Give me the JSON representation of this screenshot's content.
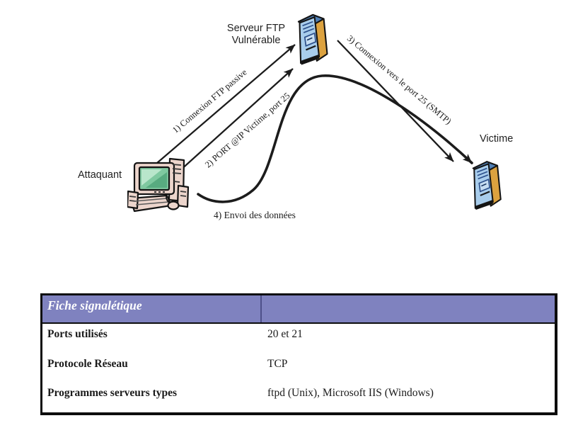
{
  "diagram": {
    "attacker": {
      "label": "Attaquant"
    },
    "ftp_server": {
      "label_line1": "Serveur FTP",
      "label_line2": "Vulnérable"
    },
    "victim": {
      "label": "Victime"
    },
    "arrows": [
      {
        "id": 1,
        "label": "1) Connexion FTP passive",
        "from": "Attaquant",
        "to": "Serveur FTP Vulnérable",
        "style": "straight"
      },
      {
        "id": 2,
        "label": "2) PORT @IP Victime, port 25",
        "from": "Attaquant",
        "to": "Serveur FTP Vulnérable",
        "style": "straight"
      },
      {
        "id": 3,
        "label": "3) Connexion vers le port 25 (SMTP)",
        "from": "Serveur FTP Vulnérable",
        "to": "Victime",
        "style": "straight"
      },
      {
        "id": 4,
        "label": "4) Envoi des données",
        "from": "Attaquant",
        "to": "Victime",
        "style": "curved"
      }
    ]
  },
  "table": {
    "header_title": "Fiche signalétique",
    "rows": [
      {
        "label": "Ports utilisés",
        "value": "20 et 21"
      },
      {
        "label": "Protocole Réseau",
        "value": "TCP"
      },
      {
        "label": "Programmes serveurs types",
        "value": "ftpd (Unix), Microsoft IIS (Windows)"
      }
    ]
  },
  "icons": {
    "attacker": "desktop-computer-icon",
    "ftp_server": "tower-server-icon",
    "victim": "tower-server-icon"
  },
  "colors": {
    "table_header_bg": "#7f82bf",
    "table_border": "#0d0d0d",
    "arrow": "#1c1c1c",
    "server_front": "#a8cdec",
    "server_side": "#dca23f",
    "server_top": "#4f7fb5",
    "screen_green": "#7fc9a0",
    "case_beige": "#ecd5cc"
  }
}
